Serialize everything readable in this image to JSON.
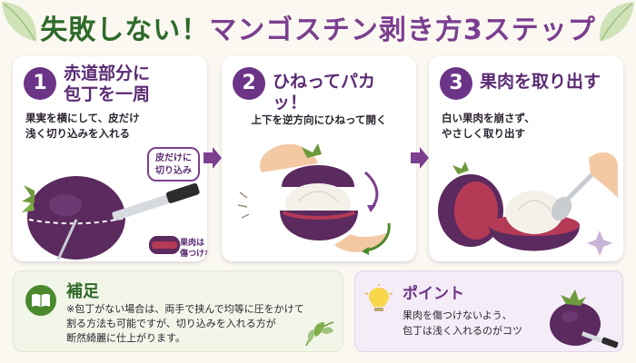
{
  "header": {
    "title_main": "失敗しない！",
    "title_accent": "マンゴスチン剥き方",
    "title_step": "3ステップ"
  },
  "steps": [
    {
      "number": "1",
      "title_line1": "赤道部分に",
      "title_line2": "包丁を一周",
      "desc_line1": "果実を横にして、皮だけ",
      "desc_line2": "浅く切り込みを入れる",
      "callout_line1": "皮だけに",
      "callout_line2": "切り込み",
      "note_line1": "果肉は",
      "note_line2": "傷つけない！"
    },
    {
      "number": "2",
      "title": "ひねってパカッ！",
      "desc": "上下を逆方向にひねって開く"
    },
    {
      "number": "3",
      "title": "果肉を取り出す",
      "desc_line1": "白い果肉を崩さず、",
      "desc_line2": "やさしく取り出す"
    }
  ],
  "supplement": {
    "title": "補足",
    "text_line1": "※包丁がない場合は、両手で挟んで均等に圧をかけて",
    "text_line2": "割る方法も可能ですが、切り込みを入れる方が",
    "text_line3": "断然綺麗に仕上がります。"
  },
  "point": {
    "title": "ポイント",
    "text_line1": "果肉を傷つけないよう、",
    "text_line2": "包丁は浅く入れるのがコツ"
  },
  "icons": {
    "step_arrow": "arrow-right-icon",
    "supplement": "book-icon",
    "point": "lightbulb-icon",
    "decor": "leaf-icon"
  },
  "colors": {
    "accent_purple": "#6c3486",
    "accent_green": "#2f6a2a",
    "mangosteen_skin": "#5b2a5e",
    "flesh": "#f4f1ea"
  }
}
